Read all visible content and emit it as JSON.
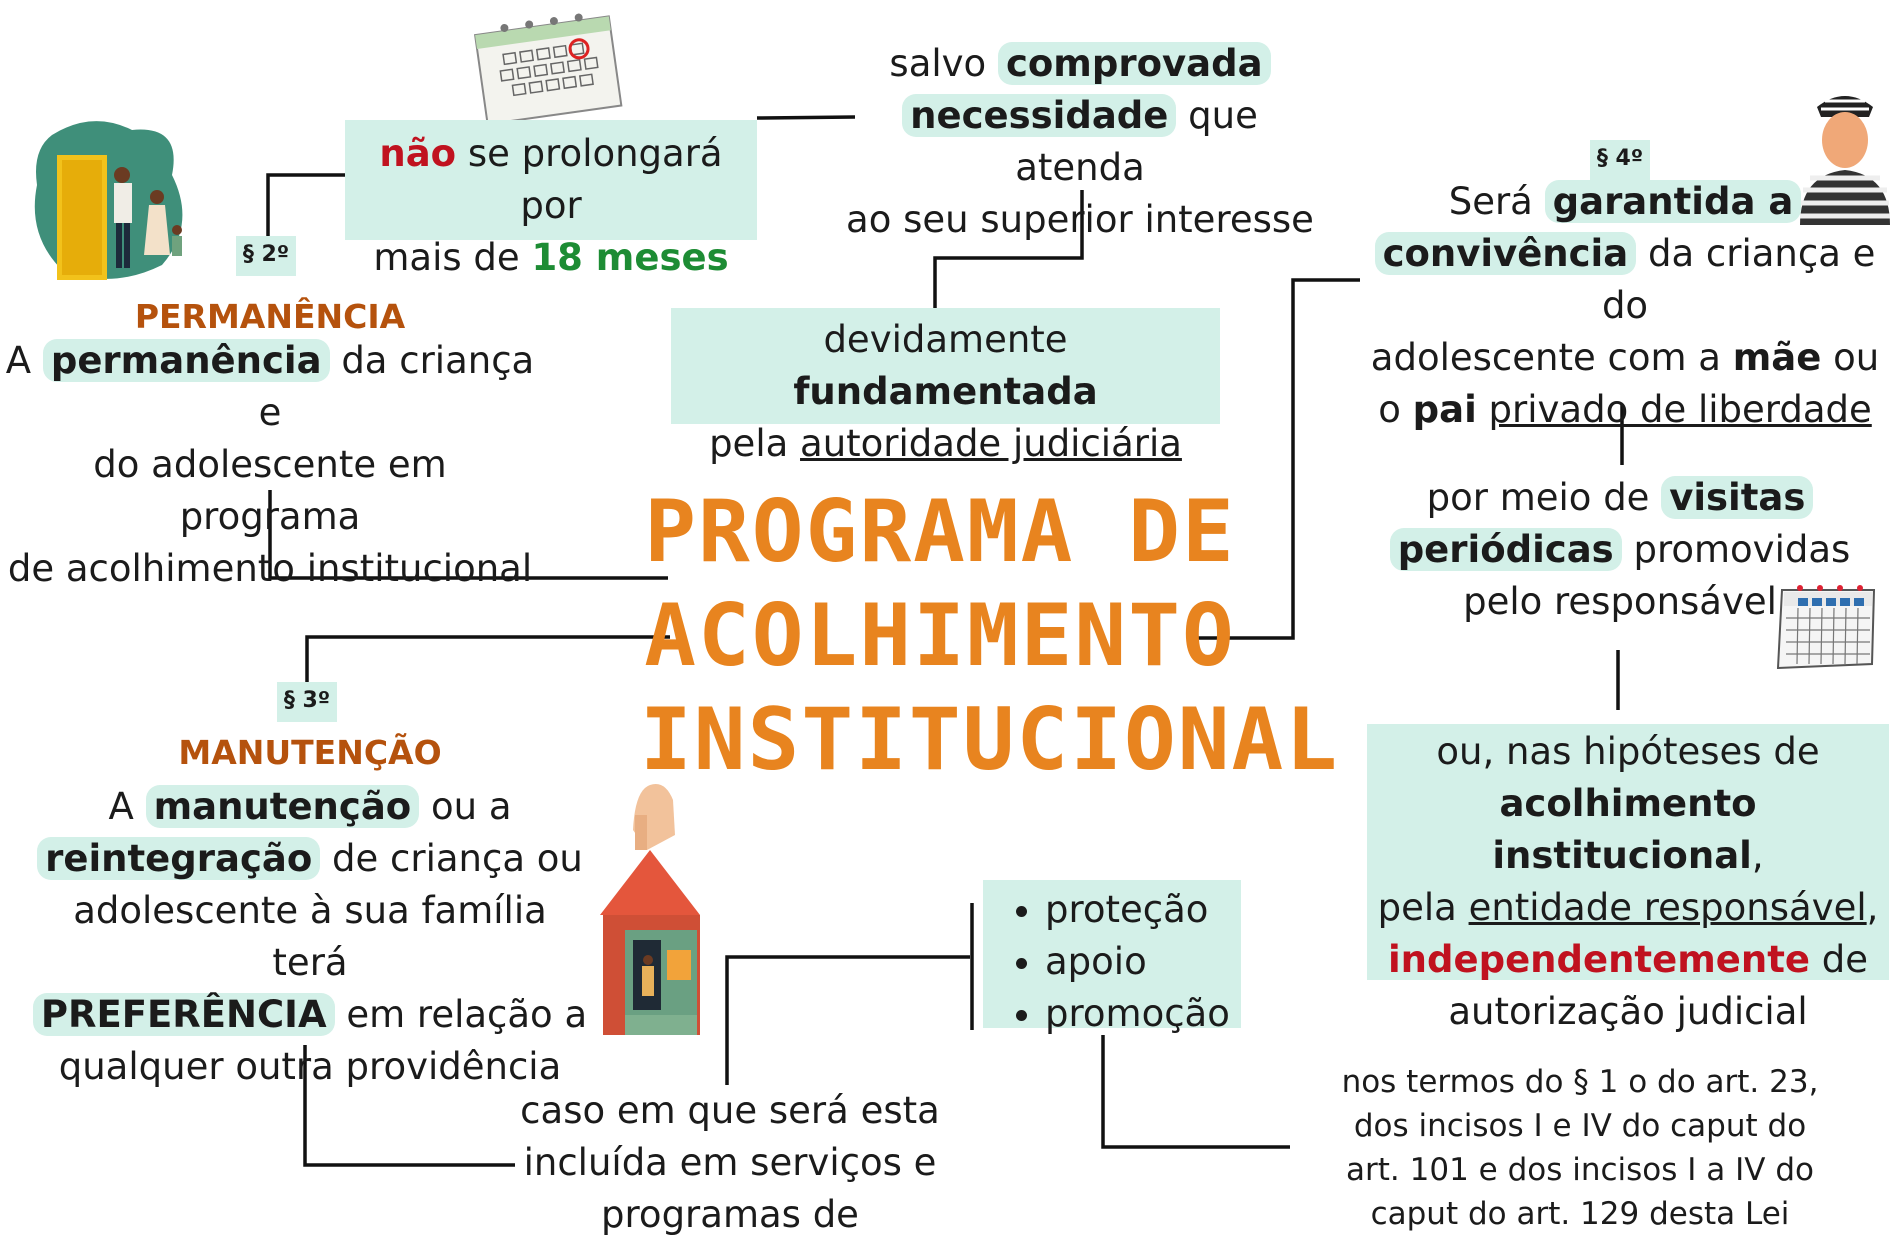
{
  "title": {
    "line1": "PROGRAMA DE",
    "line2": "ACOLHIMENTO",
    "line3": "INSTITUCIONAL"
  },
  "section2": {
    "badge": "§ 2º",
    "heading": "PERMANÊNCIA",
    "text_a": "A ",
    "text_kw": "permanência",
    "text_b": " da criança e",
    "line2": "do adolescente em programa",
    "line3": "de acolhimento institucional",
    "limit_kw": "não",
    "limit_a": " se prolongará por",
    "limit_b": "mais de ",
    "limit_period": "18 meses",
    "exc_a": "salvo ",
    "exc_kw1": "comprovada",
    "exc_kw2": "necessidade",
    "exc_b": " que atenda",
    "exc_c": "ao seu superior interesse",
    "fund_a": "devidamente ",
    "fund_kw": "fundamentada",
    "fund_b": "pela ",
    "fund_u": "autoridade judiciária"
  },
  "section3": {
    "badge": "§ 3º",
    "heading": "MANUTENÇÃO",
    "a": "A ",
    "kw1": "manutenção",
    "b": " ou a",
    "kw2": "reintegração",
    "c": " de criança ou",
    "d": "adolescente à sua família terá",
    "kw3": "PREFERÊNCIA",
    "e": " em relação a",
    "f": "qualquer outra providência",
    "case1": "caso em que será esta",
    "case2": "incluída em serviços e",
    "case3": "programas de",
    "bullets": [
      "proteção",
      "apoio",
      "promoção"
    ],
    "ref1": "nos termos do § 1  o do art. 23,",
    "ref2": "dos incisos I e IV do caput  do",
    "ref3": "art. 101 e dos incisos I a IV do",
    "ref4": "caput  do art. 129 desta Lei"
  },
  "section4": {
    "badge": "§ 4º",
    "a": "Será ",
    "kw1": "garantida a",
    "kw2": "convivência",
    "b": " da criança e do",
    "c": "adolescente com a ",
    "kw3": "mãe",
    "d": " ou",
    "e": "o ",
    "kw4": "pai",
    "f_u": "privado de liberdade",
    "v_a": "por meio de ",
    "v_kw1": "visitas",
    "v_kw2": "periódicas",
    "v_b": " promovidas",
    "v_c": "pelo responsável",
    "o1": "ou, nas hipóteses de",
    "o_kw": "acolhimento institucional",
    "o_comma": ",",
    "o2a": "pela ",
    "o2u": "entidade responsável",
    "o2b": ",",
    "o_red": "independentemente",
    "o3": " de",
    "o4": "autorização judicial"
  },
  "icons": [
    "calendar-icon",
    "family-door-icon",
    "prisoner-icon",
    "wall-calendar-icon",
    "house-in-hand-icon"
  ],
  "colors": {
    "highlight": "#d3f0e8",
    "title": "#e8841f",
    "heading": "#b5520d",
    "green": "#1d8c34",
    "red": "#c0121f"
  }
}
